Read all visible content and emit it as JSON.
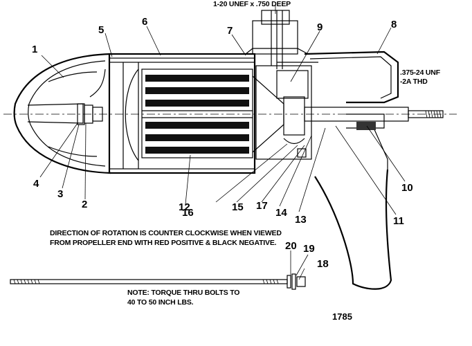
{
  "callouts": {
    "c1": "1",
    "c2": "2",
    "c3": "3",
    "c4": "4",
    "c5": "5",
    "c6": "6",
    "c7": "7",
    "c8": "8",
    "c9": "9",
    "c10": "10",
    "c11": "11",
    "c12": "12",
    "c13": "13",
    "c14": "14",
    "c15": "15",
    "c16": "16",
    "c17": "17",
    "c18": "18",
    "c19": "19",
    "c20": "20"
  },
  "notes": {
    "thread_top": "1-20 UNEF x .750 DEEP",
    "thread_shaft_line1": ".375-24 UNF",
    "thread_shaft_line2": "-2A THD",
    "rotation_line1": "DIRECTION OF ROTATION IS COUNTER CLOCKWISE WHEN VIEWED",
    "rotation_line2": "FROM PROPELLER END WITH RED POSITIVE & BLACK NEGATIVE.",
    "torque_line1": "NOTE: TORQUE THRU BOLTS TO",
    "torque_line2": "40 TO 50 INCH LBS."
  },
  "drawing_number": "1785"
}
